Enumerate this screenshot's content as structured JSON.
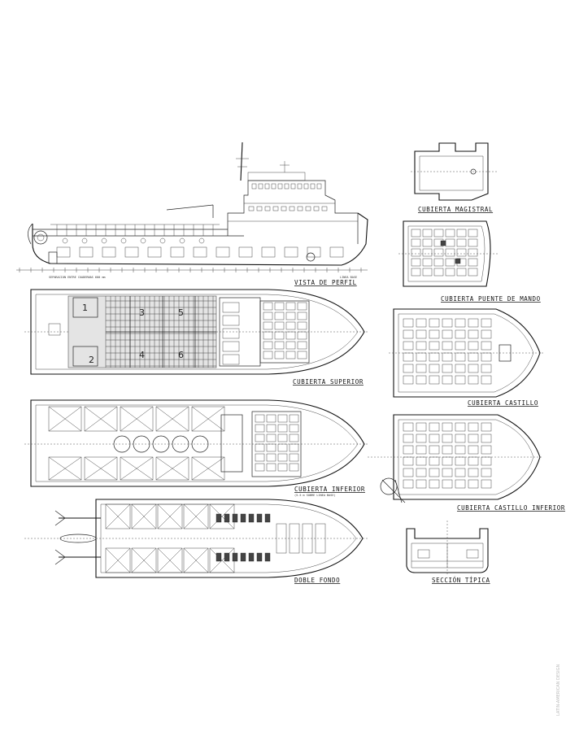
{
  "drawing": {
    "views": {
      "profile": "VISTA DE PERFIL",
      "upper_deck": "CUBIERTA SUPERIOR",
      "lower_deck": "CUBIERTA INFERIOR",
      "double_bottom": "DOBLE FONDO",
      "midship": "CUBIERTA MAGISTRAL",
      "bridge": "CUBIERTA PUENTE DE MANDO",
      "forecastle": "CUBIERTA CASTILLO",
      "lower_forecastle": "CUBIERTA CASTILLO INFERIOR",
      "typical_section": "SECCIÓN TÍPICA"
    },
    "cargo_hold_numbers": [
      "1",
      "2",
      "3",
      "4",
      "5",
      "6"
    ],
    "watermark": "LATIN-AMERICAN DESIGN"
  }
}
